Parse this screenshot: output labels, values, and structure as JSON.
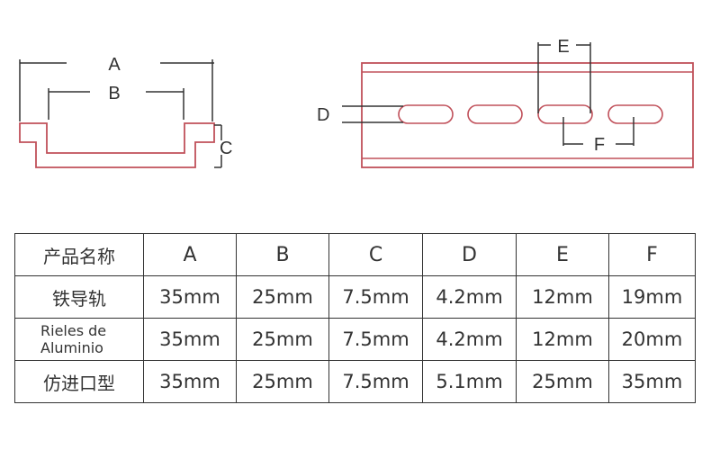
{
  "diagram": {
    "labels": {
      "A": "A",
      "B": "B",
      "C": "C",
      "D": "D",
      "E": "E",
      "F": "F"
    }
  },
  "table": {
    "headers": [
      "产品名称",
      "A",
      "B",
      "C",
      "D",
      "E",
      "F"
    ],
    "rows": [
      [
        "铁导轨",
        "35mm",
        "25mm",
        "7.5mm",
        "4.2mm",
        "12mm",
        "19mm"
      ],
      [
        "Rieles de Aluminio",
        "35mm",
        "25mm",
        "7.5mm",
        "4.2mm",
        "12mm",
        "20mm"
      ],
      [
        "仿进口型",
        "35mm",
        "25mm",
        "7.5mm",
        "5.1mm",
        "25mm",
        "35mm"
      ]
    ]
  },
  "colors": {
    "rail_outline": "#c0505a",
    "dimension_line": "#333333",
    "table_border": "#333333"
  }
}
